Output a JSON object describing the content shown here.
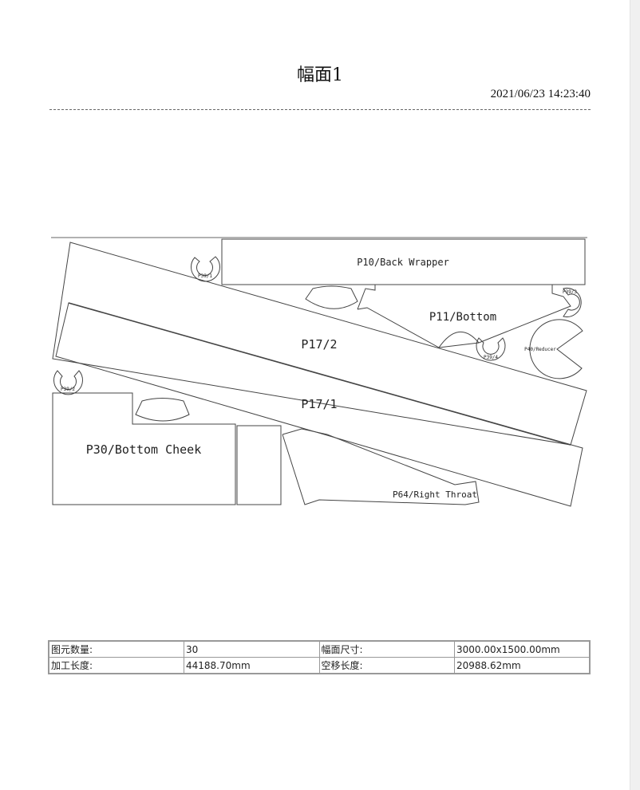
{
  "page": {
    "title": "幅面1",
    "datetime": "2021/06/23 14:23:40"
  },
  "parts": {
    "back_wrapper": "P10/Back Wrapper",
    "bottom": "P11/Bottom",
    "p17_2": "P17/2",
    "p17_1": "P17/1",
    "bottom_cheek": "P30/Bottom Cheek",
    "right_throat": "P64/Right Throat",
    "reducer": "P40/Reducer",
    "p39_1": "P39/1",
    "p39_2": "P39/2",
    "p39_3": "P39/3",
    "p39_4": "P39/4"
  },
  "info": {
    "count_label": "图元数量:",
    "count_value": "30",
    "size_label": "幅面尺寸:",
    "size_value": "3000.00x1500.00mm",
    "length_label": "加工长度:",
    "length_value": "44188.70mm",
    "move_label": "空移长度:",
    "move_value": "20988.62mm"
  }
}
